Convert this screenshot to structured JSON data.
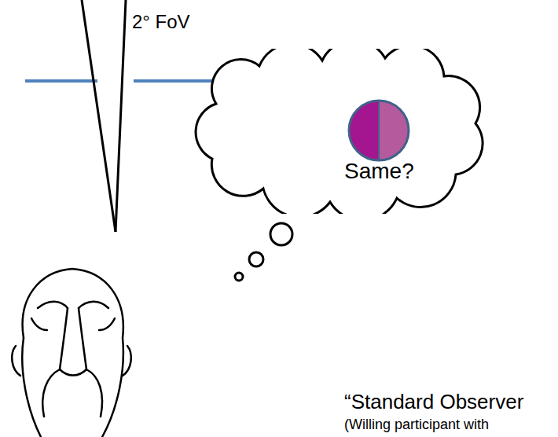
{
  "diagram": {
    "nodes": [
      {
        "text": [
          "Same?"
        ]
      }
    ],
    "labels": [
      "2° FoV",
      "“Standard Observer",
      "(Willing participant with"
    ]
  }
}
